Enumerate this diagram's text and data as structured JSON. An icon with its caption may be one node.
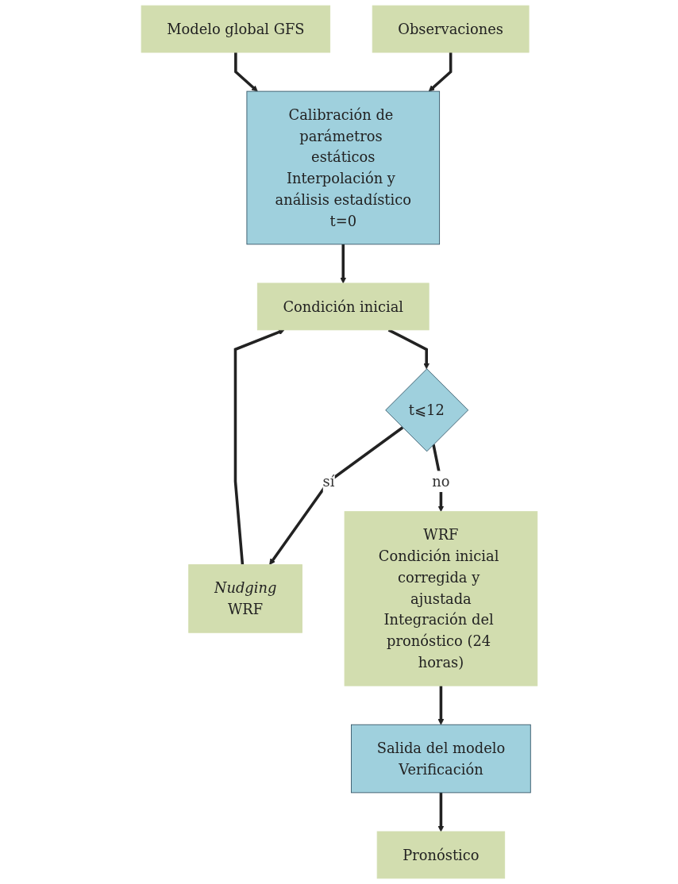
{
  "diagram": {
    "nodes": [
      {
        "text": [
          "Observaciones"
        ]
      },
      {
        "text": [
          "Modelo global GFS"
        ]
      },
      {
        "text": [
          "Calibración de parámetros estáticos",
          "Interpolación y análisis estadístico",
          "t=0"
        ]
      },
      {
        "text": [
          "Condición inicial"
        ]
      },
      {
        "text": [
          "t⩽12"
        ]
      },
      {
        "text": [
          "Nudging",
          "WRF"
        ]
      },
      {
        "text": [
          "WRF",
          "Condición inicial corregida y ajustada",
          "Integración del pronóstico (24 horas)"
        ]
      },
      {
        "text": [
          "Salida del modelo",
          "Verificación"
        ]
      },
      {
        "text": [
          "Pronóstico"
        ]
      }
    ],
    "edges": [
      {
        "from": 0,
        "to": 2,
        "arrow": "to"
      },
      {
        "from": 1,
        "to": 2,
        "arrow": "to"
      },
      {
        "from": 2,
        "to": 3,
        "arrow": "to"
      },
      {
        "from": 3,
        "to": 4,
        "arrow": "to"
      },
      {
        "from": 4,
        "to": 5,
        "arrow": "to",
        "label": "sí"
      },
      {
        "from": 5,
        "to": 3,
        "arrow": "to"
      },
      {
        "from": 4,
        "to": 6,
        "arrow": "to",
        "label": "no"
      },
      {
        "from": 6,
        "to": 7,
        "arrow": "to"
      },
      {
        "from": 7,
        "to": 8,
        "arrow": "to"
      }
    ]
  }
}
